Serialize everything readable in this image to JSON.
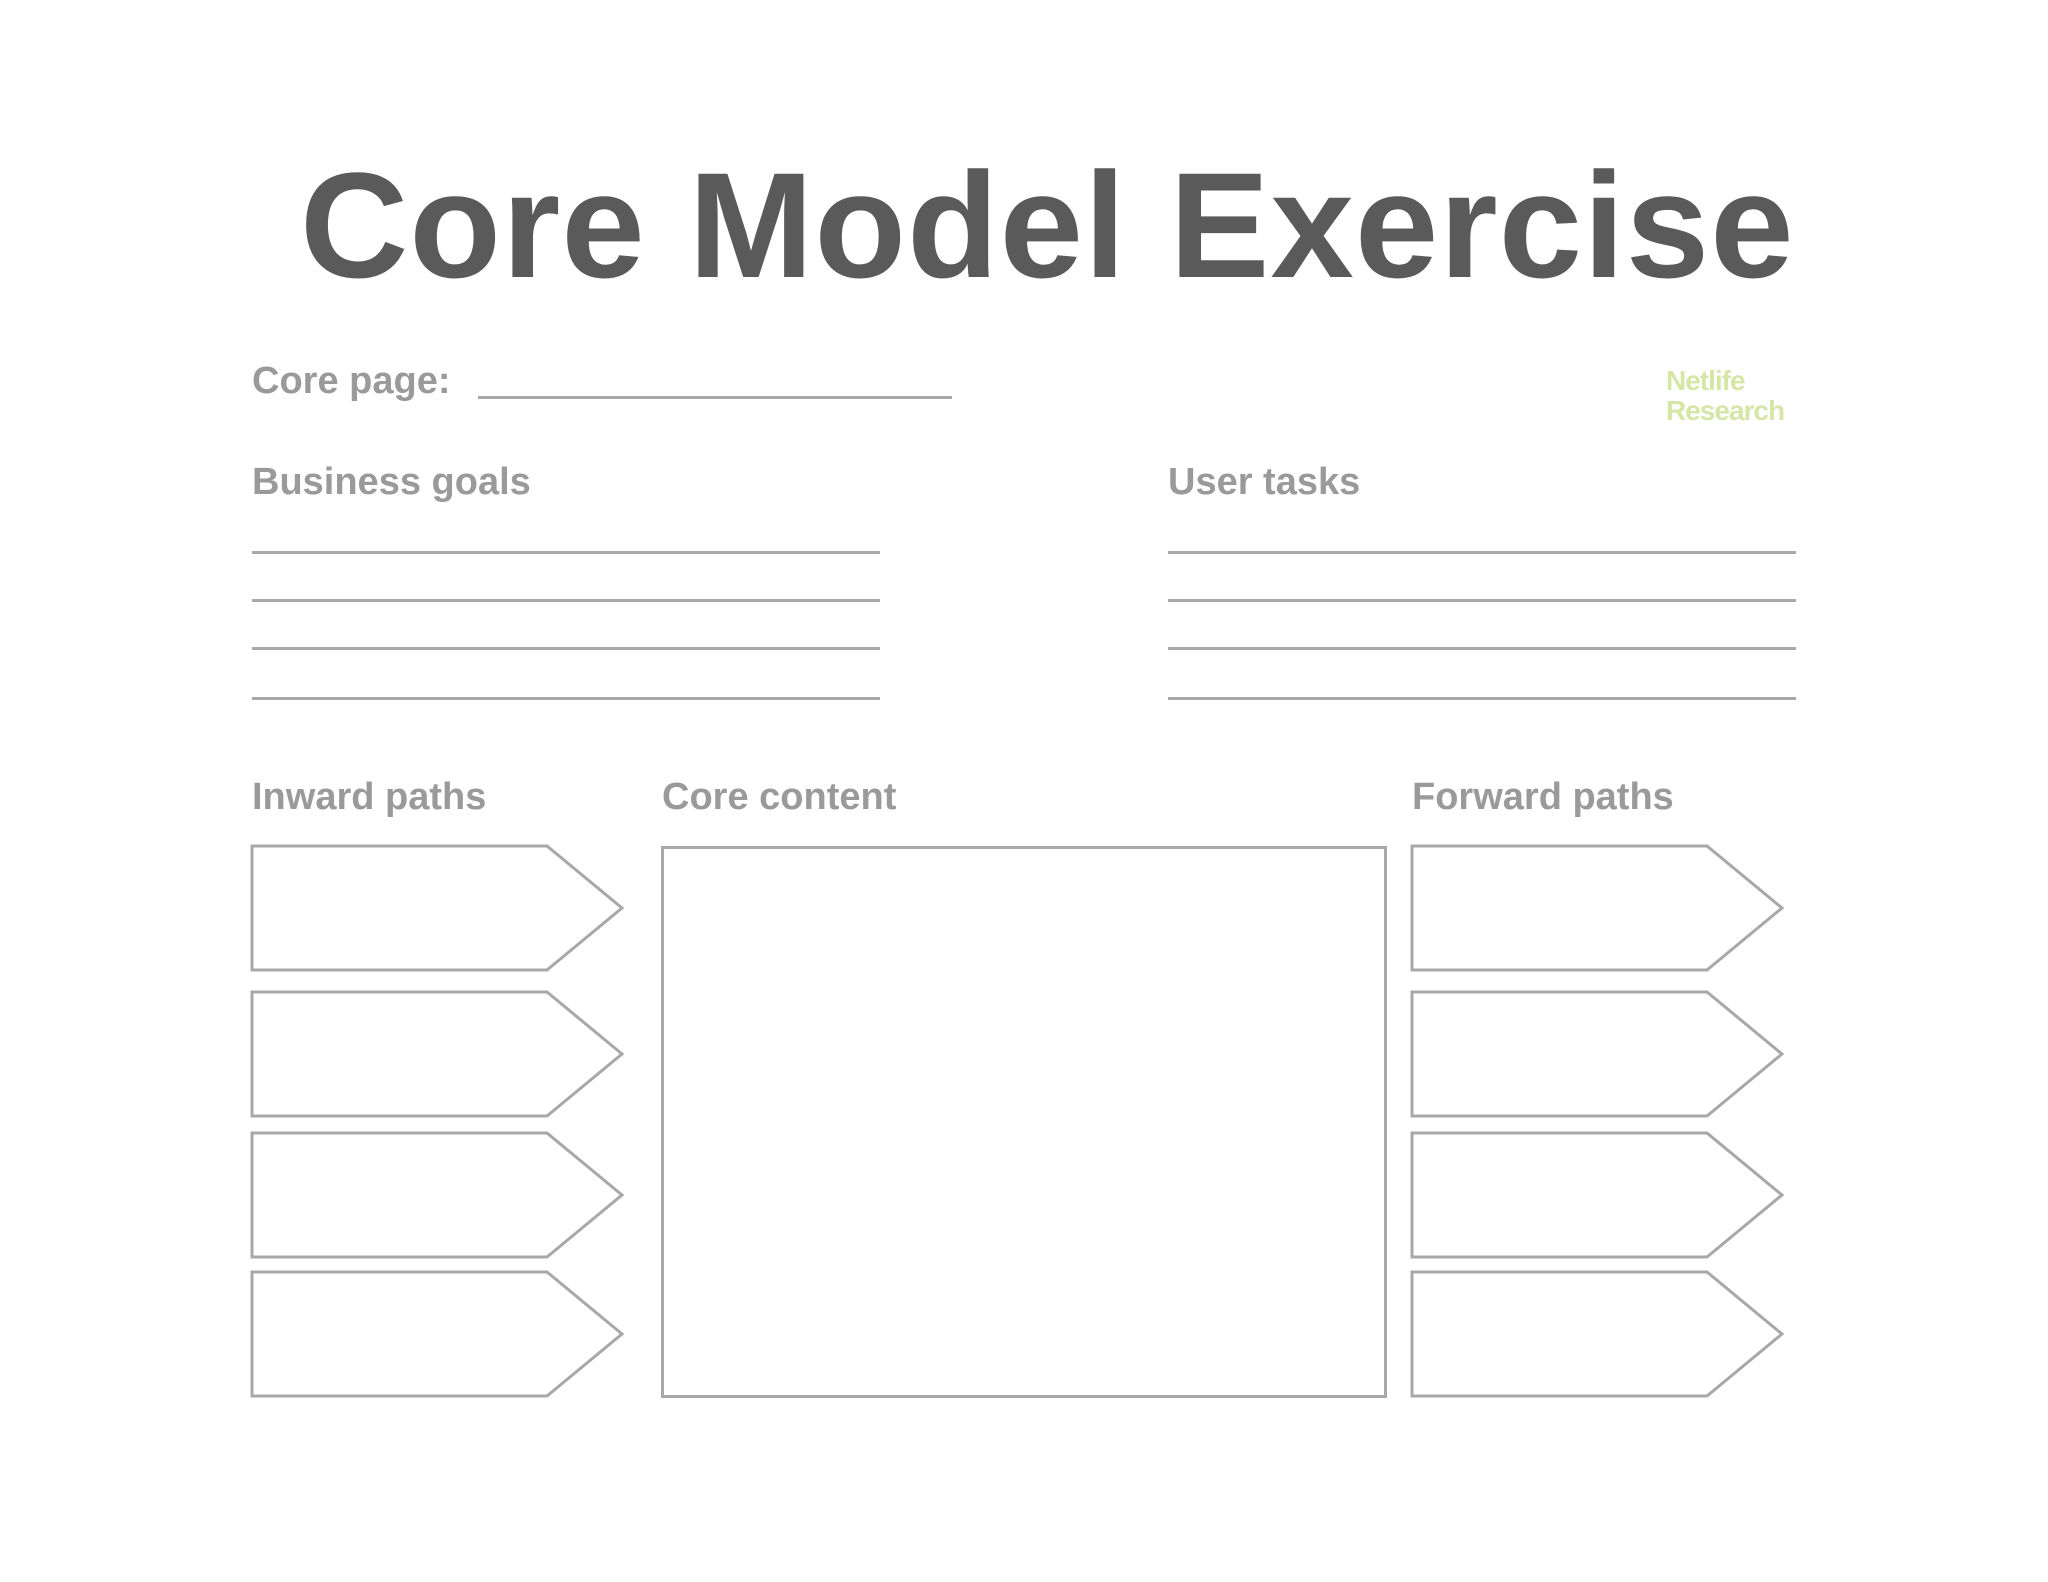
{
  "title": "Core Model Exercise",
  "core_page_label": "Core page:",
  "logo": {
    "line1": "Netlife",
    "line2": "Research",
    "color": "#d6e6a6"
  },
  "business_goals": {
    "label": "Business goals"
  },
  "user_tasks": {
    "label": "User tasks"
  },
  "inward_paths": {
    "label": "Inward paths"
  },
  "core_content": {
    "label": "Core content"
  },
  "forward_paths": {
    "label": "Forward paths"
  },
  "colors": {
    "title": "#5a5a5a",
    "label": "#9a9a9a",
    "line": "#a8a8a8"
  }
}
